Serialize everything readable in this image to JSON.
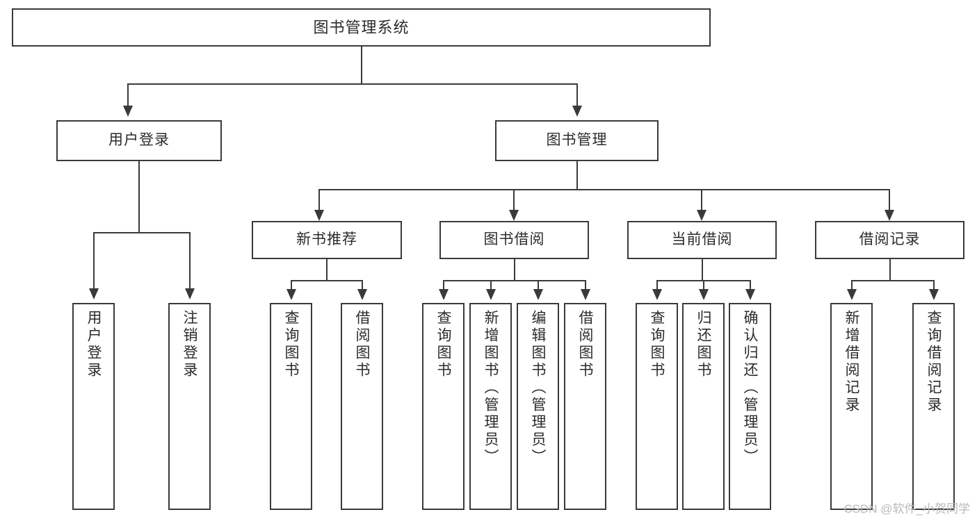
{
  "diagram": {
    "title": "图书管理系统",
    "type": "hierarchy-tree",
    "root": {
      "label": "图书管理系统"
    },
    "level2": [
      {
        "label": "用户登录"
      },
      {
        "label": "图书管理"
      }
    ],
    "level3": [
      {
        "label": "新书推荐"
      },
      {
        "label": "图书借阅"
      },
      {
        "label": "当前借阅"
      },
      {
        "label": "借阅记录"
      }
    ],
    "leaves": {
      "user_login": [
        {
          "label": "用户登录"
        },
        {
          "label": "注销登录"
        }
      ],
      "new_book_recommend": [
        {
          "label": "查询图书"
        },
        {
          "label": "借阅图书"
        }
      ],
      "book_borrow": [
        {
          "label": "查询图书"
        },
        {
          "label": "新增图书（管理员）"
        },
        {
          "label": "编辑图书（管理员）"
        },
        {
          "label": "借阅图书"
        }
      ],
      "current_borrow": [
        {
          "label": "查询图书"
        },
        {
          "label": "归还图书"
        },
        {
          "label": "确认归还（管理员）"
        }
      ],
      "borrow_record": [
        {
          "label": "新增借阅记录"
        },
        {
          "label": "查询借阅记录"
        }
      ]
    }
  },
  "watermark": {
    "text": "CSDN @软件_小贺同学"
  },
  "colors": {
    "stroke": "#3a3a3a",
    "background": "#ffffff",
    "text": "#2b2b2b",
    "watermark": "#b9b9b9"
  }
}
